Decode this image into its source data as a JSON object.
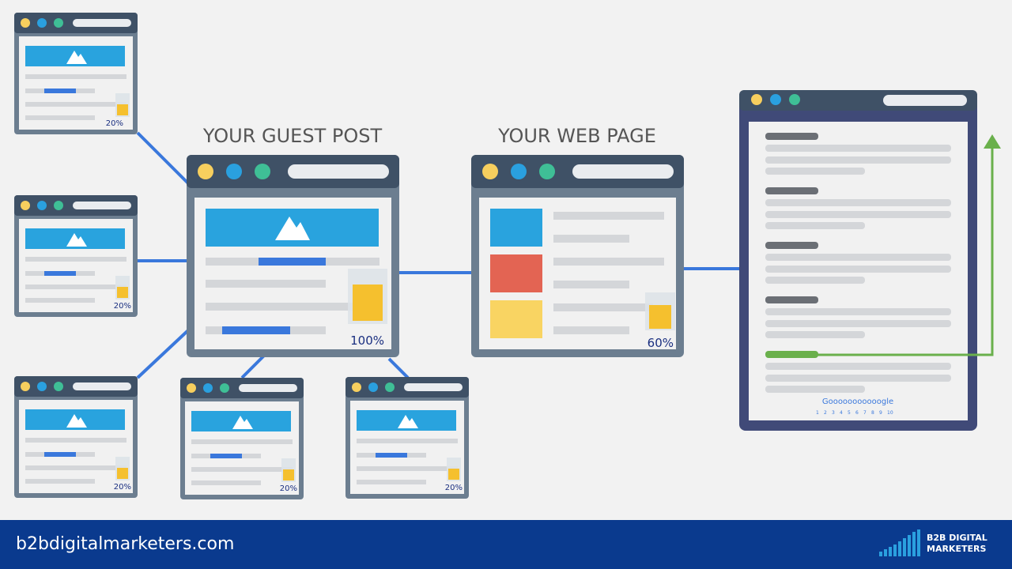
{
  "titles": {
    "guest_post": "YOUR GUEST POST",
    "web_page": "YOUR WEB PAGE"
  },
  "percentages": {
    "small": "20%",
    "guest_post": "100%",
    "web_page": "60%"
  },
  "fill_levels": {
    "small": 0.2,
    "guest_post": 1.0,
    "web_page": 0.6
  },
  "search": {
    "logo_text": "Gooooooooooogle",
    "pages": [
      "1",
      "2",
      "3",
      "4",
      "5",
      "6",
      "7",
      "8",
      "9",
      "10"
    ]
  },
  "footer": {
    "site": "b2bdigitalmarketers.com",
    "brand_line1": "B2B DIGITAL",
    "brand_line2": "MARKETERS"
  },
  "colors": {
    "window_header": "#3f5166",
    "window_frame": "#6c7e90",
    "hero": "#29a3de",
    "progress": "#3a78dc",
    "connector": "#3a78dc",
    "arrow": "#6ab04c",
    "glass_fill": "#f5c02e",
    "dot_yellow": "#f7cf5e",
    "dot_blue": "#2aa0df",
    "dot_green": "#3fbf96",
    "red_block": "#e36453",
    "yellow_block": "#f9d462",
    "footer_bg": "#0a3a8e"
  },
  "icons": {
    "window_dots": "traffic-light-dots",
    "hero_image": "mountain-image-icon",
    "glass": "glass-icon",
    "arrow": "up-arrow-icon",
    "logo": "bar-chart-logo-icon"
  }
}
